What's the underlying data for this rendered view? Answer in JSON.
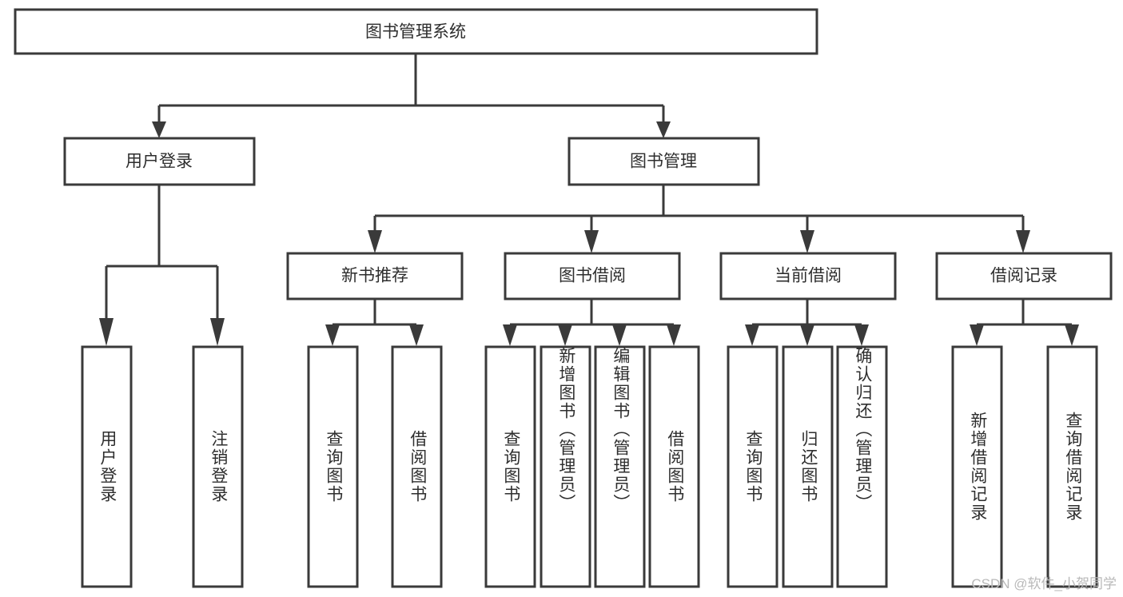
{
  "diagram": {
    "type": "tree",
    "title_node": {
      "label": "图书管理系统"
    },
    "level2": [
      {
        "label": "用户登录"
      },
      {
        "label": "图书管理"
      }
    ],
    "level3": [
      {
        "label": "新书推荐"
      },
      {
        "label": "图书借阅"
      },
      {
        "label": "当前借阅"
      },
      {
        "label": "借阅记录"
      }
    ],
    "leaves": {
      "user_login": [
        {
          "label": "用户登录"
        },
        {
          "label": "注销登录"
        }
      ],
      "new_book": [
        {
          "label": "查询图书"
        },
        {
          "label": "借阅图书"
        }
      ],
      "book_borrow": [
        {
          "label": "查询图书"
        },
        {
          "label": "新增图书（管理员）"
        },
        {
          "label": "编辑图书（管理员）"
        },
        {
          "label": "借阅图书"
        }
      ],
      "current_borrow": [
        {
          "label": "查询图书"
        },
        {
          "label": "归还图书"
        },
        {
          "label": "确认归还（管理员）"
        }
      ],
      "borrow_record": [
        {
          "label": "新增借阅记录"
        },
        {
          "label": "查询借阅记录"
        }
      ]
    },
    "watermark": "CSDN @软件_小贺同学",
    "colors": {
      "box_stroke": "#3a3a3a",
      "box_fill": "#ffffff",
      "text": "#2e2e2e",
      "connector": "#3a3a3a",
      "watermark": "#b9b9b9",
      "background": "#ffffff"
    }
  }
}
